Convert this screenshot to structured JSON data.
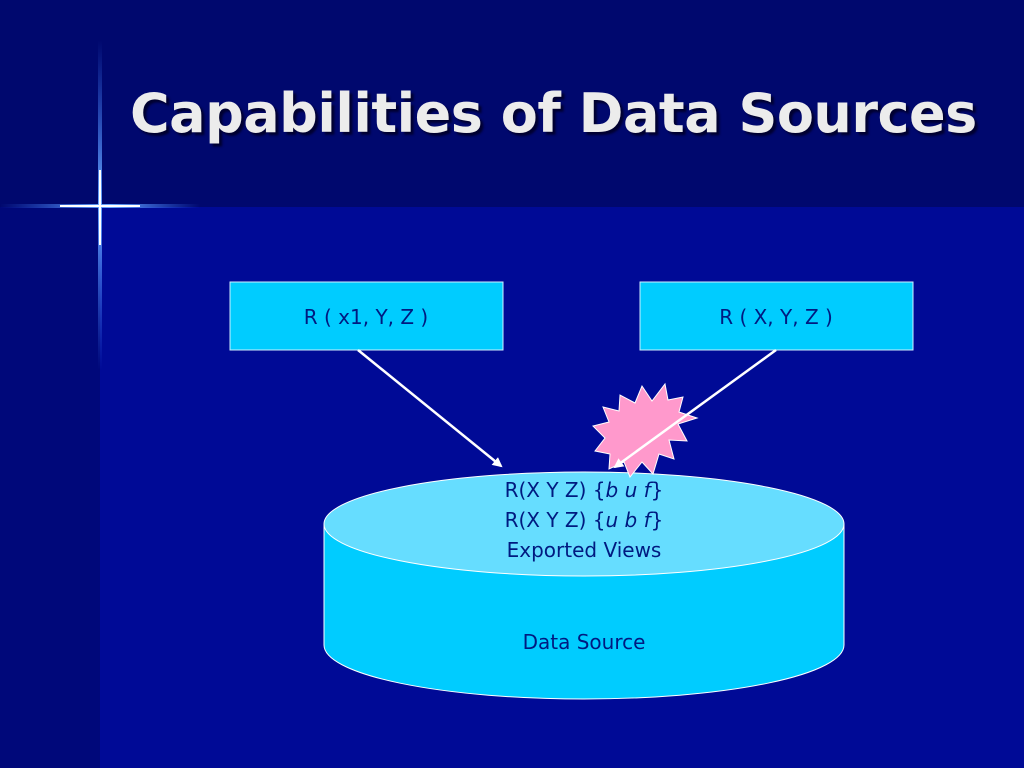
{
  "slide": {
    "title": "Capabilities of Data Sources"
  },
  "diagram": {
    "left_box": {
      "label": "R ( x1, Y, Z )"
    },
    "right_box": {
      "label": "R ( X, Y, Z )"
    },
    "data_source": {
      "views": [
        {
          "prefix": "R(X Y Z) {",
          "pattern": "b u f",
          "suffix": "}"
        },
        {
          "prefix": "R(X Y Z) {",
          "pattern": "u b f",
          "suffix": "}"
        }
      ],
      "views_caption": "Exported Views",
      "label": "Data Source"
    }
  },
  "colors": {
    "background": "#000a96",
    "title": "#ececec",
    "box_fill": "#00ccff",
    "cylinder_top": "#66ddff",
    "cylinder_body": "#00ccff",
    "arrow": "#ffffff",
    "starburst": "#ff99cc",
    "text_dark": "#001a80"
  }
}
